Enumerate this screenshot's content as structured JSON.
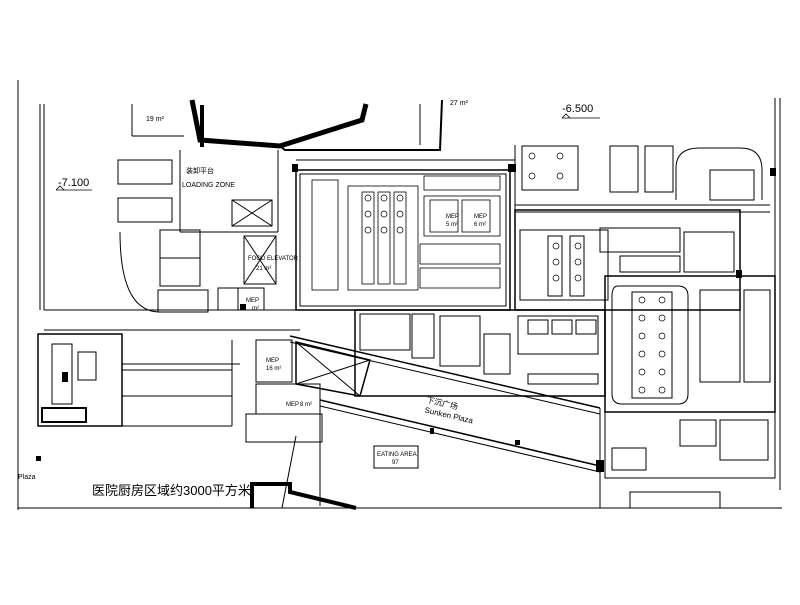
{
  "plan": {
    "levels": {
      "west": "-7.100",
      "east": "-6.500"
    },
    "top_labels": {
      "area_top_left": "19 m²",
      "area_top_center": "27 m²"
    },
    "loading": {
      "cn": "装卸平台",
      "en": "LOADING ZONE"
    },
    "elevator": {
      "label": "FOOD ELEVATOR",
      "area": "21 m²"
    },
    "mep_rooms": [
      {
        "label": "MEP",
        "area": "5 m²"
      },
      {
        "label": "MEP",
        "area": "6 m²"
      },
      {
        "label": "MEP",
        "area": "16 m²"
      },
      {
        "label": "MEP",
        "area": "8 m²"
      },
      {
        "label": "MEP",
        "area": "m²"
      }
    ],
    "sunken_plaza": {
      "cn": "下沉广场",
      "en": "Sunken Plaza"
    },
    "eating_area": {
      "label": "EATING AREA",
      "num": "97"
    },
    "kitchen_area_note": "医院厨房区域约3000平方米",
    "plaza_edge": "Plaza"
  }
}
